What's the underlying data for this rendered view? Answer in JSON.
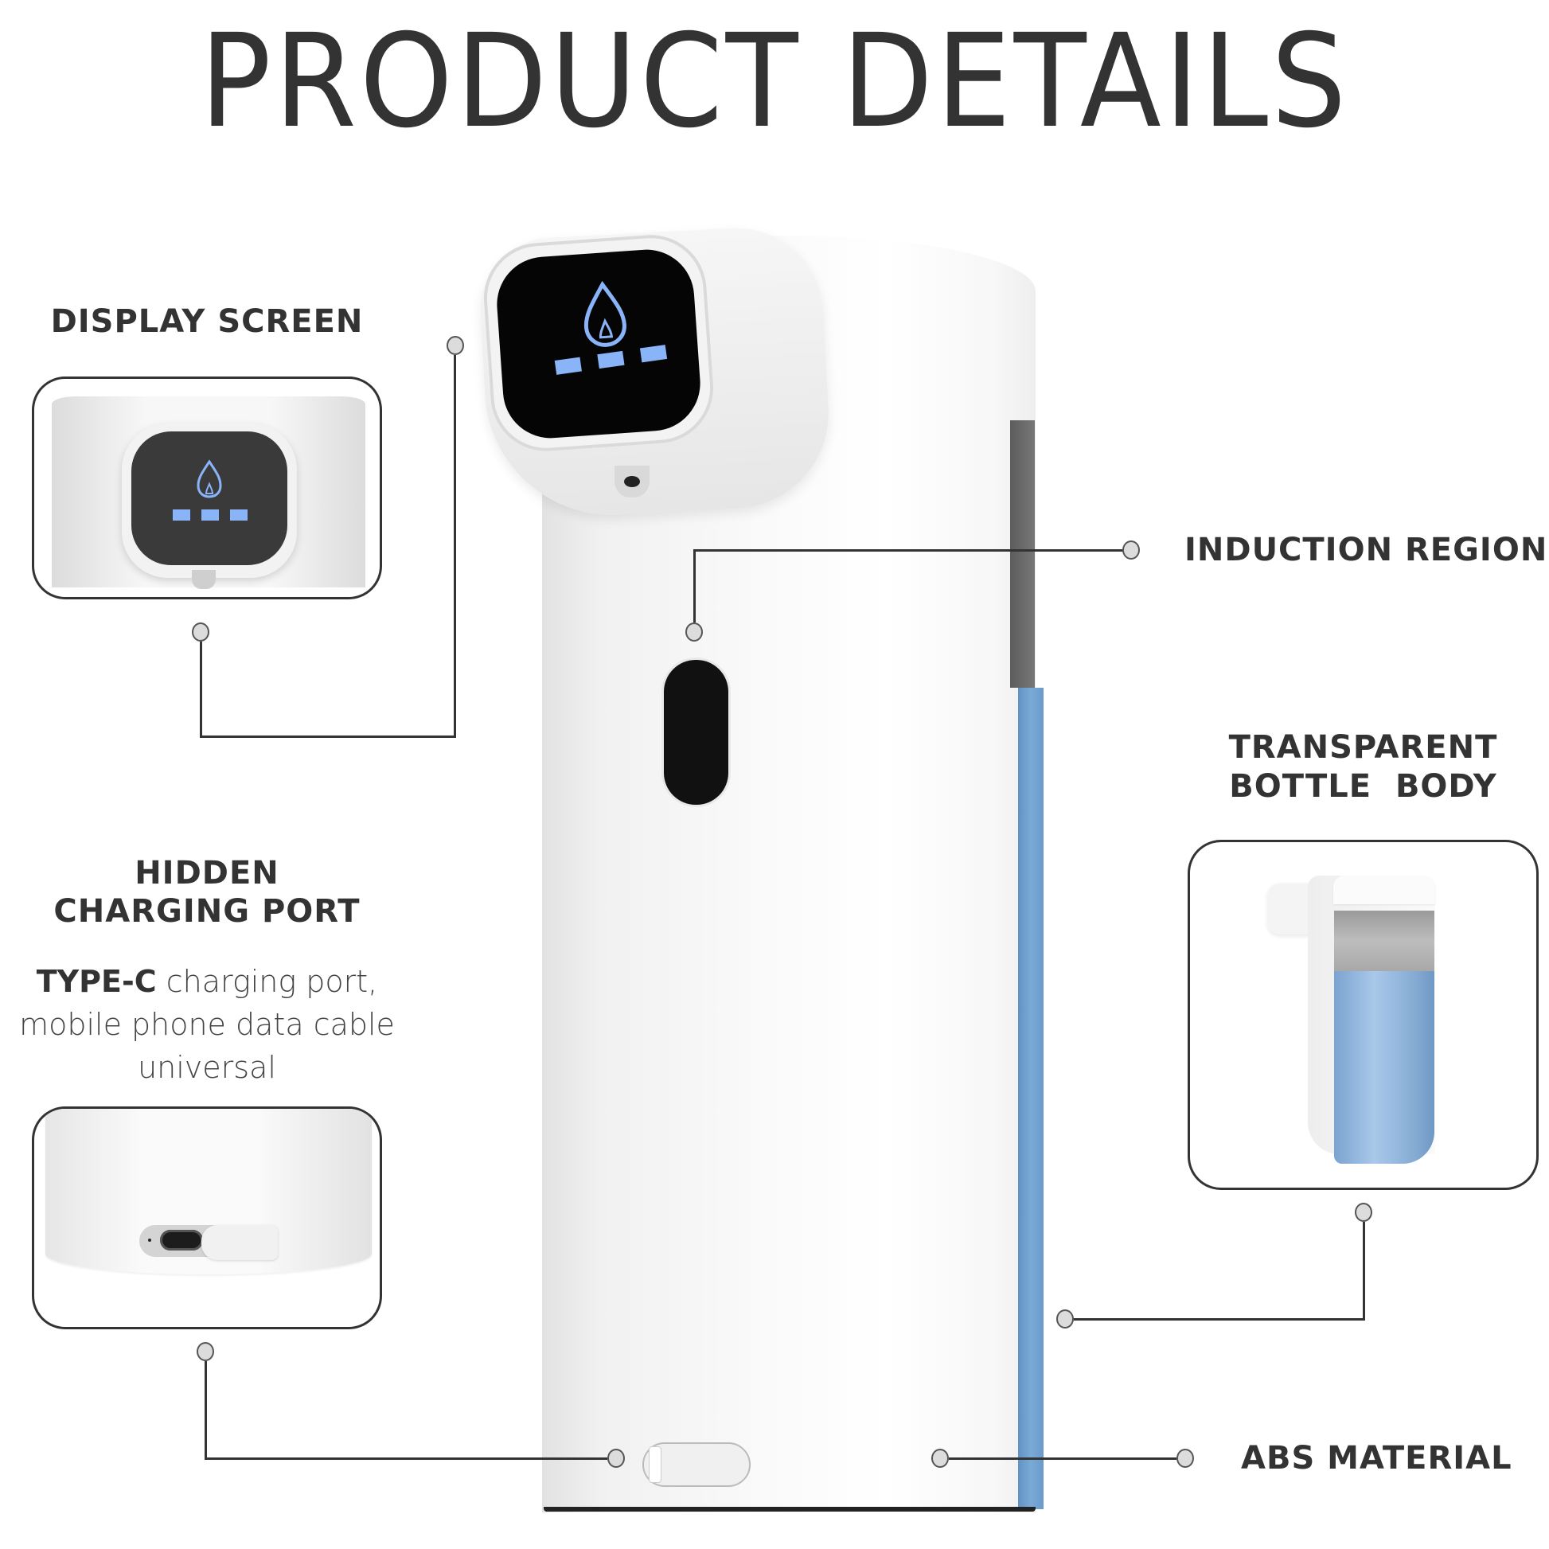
{
  "page": {
    "title": "PRODUCT DETAILS"
  },
  "callouts": {
    "display_screen": {
      "label": "DISPLAY SCREEN"
    },
    "induction_region": {
      "label": "INDUCTION REGION"
    },
    "transparent_bottle_body": {
      "label_line1": "TRANSPARENT",
      "label_line2": "BOTTLE  BODY"
    },
    "hidden_charging_port": {
      "label_line1": "HIDDEN",
      "label_line2": "CHARGING PORT",
      "desc_bold": "TYPE-C",
      "desc_line1_rest": " charging port,",
      "desc_line2": "mobile phone data cable",
      "desc_line3": "universal"
    },
    "abs_material": {
      "label": "ABS MATERIAL"
    }
  },
  "product": {
    "display_icon": "droplet-icon",
    "display_level_bars": 3,
    "accent_color": "#8ab4f8",
    "liquid_color": "#6f9fcf"
  }
}
